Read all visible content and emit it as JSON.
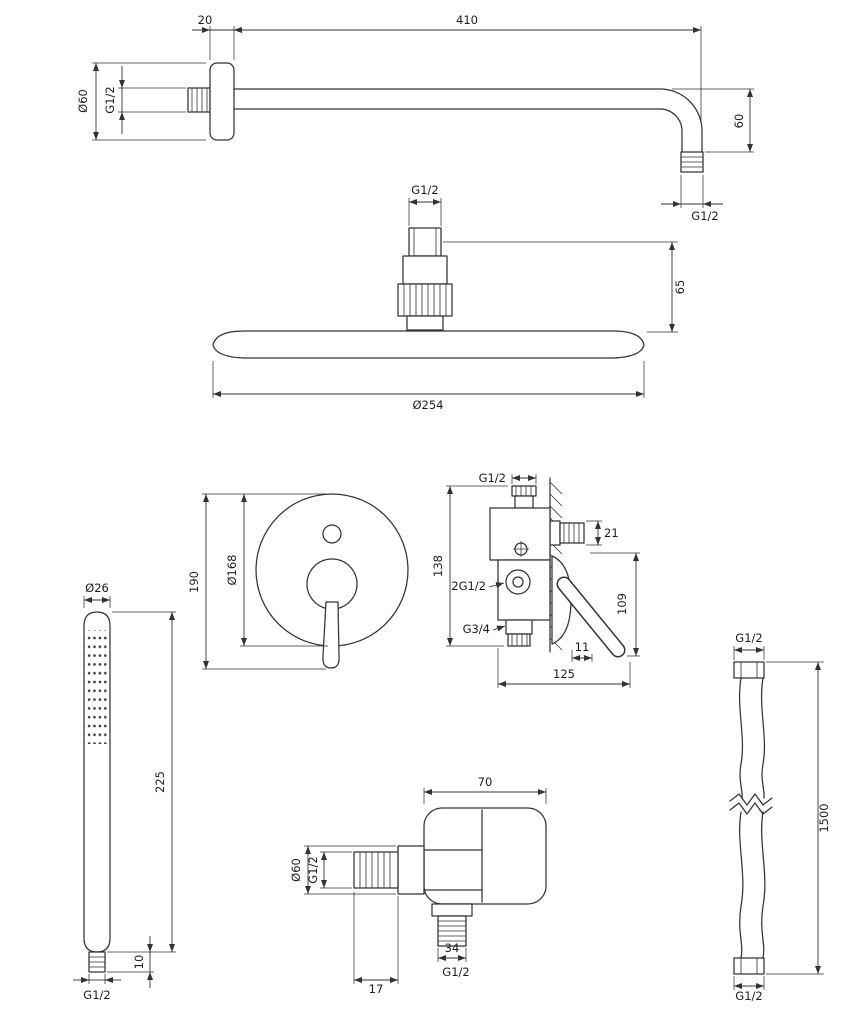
{
  "drawing": {
    "background": "#ffffff",
    "line_color": "#333333"
  },
  "shower_arm": {
    "flange_depth": "20",
    "arm_length": "410",
    "flange_diameter": "Ø60",
    "wall_thread": "G1/2",
    "drop_height": "60",
    "outlet_thread": "G1/2"
  },
  "overhead_shower": {
    "inlet_thread": "G1/2",
    "connector_height": "65",
    "head_diameter": "Ø254"
  },
  "mixer_trim": {
    "total_height": "190",
    "plate_diameter": "Ø168"
  },
  "mixer_valve": {
    "top_thread": "G1/2",
    "body_height": "138",
    "inlet_threads": "2G1/2",
    "bottom_thread": "G3/4",
    "outlet_size": "21",
    "handle_drop": "109",
    "lever_offset": "11",
    "total_width": "125"
  },
  "hand_shower": {
    "head_diameter": "Ø26",
    "total_length": "225",
    "nipple_length": "10",
    "thread": "G1/2"
  },
  "wall_outlet": {
    "body_width": "70",
    "flange_diameter": "Ø60",
    "wall_thread": "G1/2",
    "outlet_offset": "34",
    "outlet_thread": "G1/2",
    "thread_length": "17"
  },
  "hose": {
    "top_thread": "G1/2",
    "length": "1500",
    "bottom_thread": "G1/2"
  }
}
